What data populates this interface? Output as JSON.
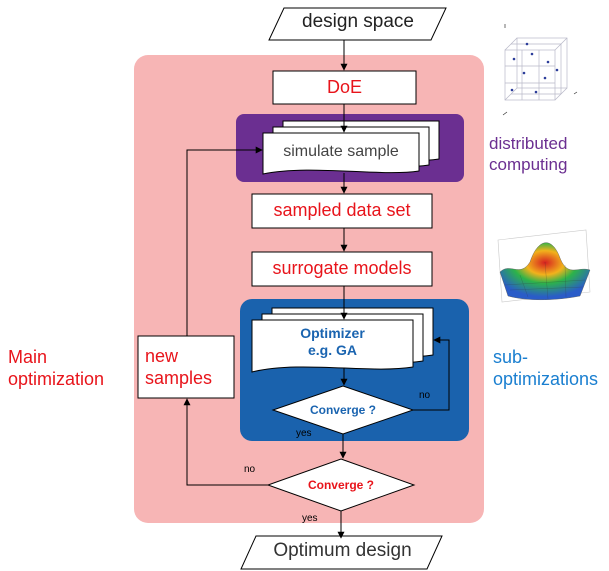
{
  "nodes": {
    "design_space": "design space",
    "doe": "DoE",
    "simulate_sample": "simulate sample",
    "sampled_data_set": "sampled data set",
    "surrogate_models": "surrogate models",
    "optimizer_line1": "Optimizer",
    "optimizer_line2": "e.g. GA",
    "converge_inner": "Converge ?",
    "converge_outer": "Converge ?",
    "new_samples_line1": "new",
    "new_samples_line2": "samples",
    "optimum_design": "Optimum design"
  },
  "edge_labels": {
    "inner_no": "no",
    "inner_yes": "yes",
    "outer_no": "no",
    "outer_yes": "yes"
  },
  "side_labels": {
    "main_line1": "Main",
    "main_line2": "optimization",
    "sub_line1": "sub-",
    "sub_line2": "optimizations",
    "distributed_line1": "distributed",
    "distributed_line2": "computing"
  },
  "icons": {
    "grid_cube": "3d-sample-grid-icon",
    "surface_plot": "3d-surface-plot-icon"
  },
  "colors": {
    "main_region": "#f7b5b5",
    "distributed_region": "#6b2f91",
    "sub_region": "#1a62ad",
    "red_text": "#e8141b",
    "blue_text": "#1a64b0",
    "dark_blue_text": "#1b4f91",
    "purple_text": "#6b2f91"
  }
}
